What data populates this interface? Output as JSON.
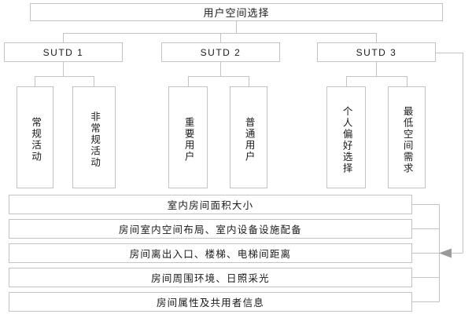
{
  "diagram": {
    "type": "tree",
    "title_node": {
      "label": "用户空间选择"
    },
    "level2": [
      {
        "label": "SUTD 1"
      },
      {
        "label": "SUTD 2"
      },
      {
        "label": "SUTD 3"
      }
    ],
    "level3": [
      {
        "label": "常规活动",
        "parent": "SUTD 1"
      },
      {
        "label": "非常规活动",
        "parent": "SUTD 1"
      },
      {
        "label": "重要用户",
        "parent": "SUTD 2"
      },
      {
        "label": "普通用户",
        "parent": "SUTD 2"
      },
      {
        "label": "个人偏好选择",
        "parent": "SUTD 3"
      },
      {
        "label": "最低空间需求",
        "parent": "SUTD 3"
      }
    ],
    "criteria_bars": [
      {
        "label": "室内房间面积大小"
      },
      {
        "label": "房间室内空间布局、室内设备设施配备"
      },
      {
        "label": "房间离出入口、楼梯、电梯间距离"
      },
      {
        "label": "房间周围环境、日照采光"
      },
      {
        "label": "房间属性及共用者信息"
      }
    ],
    "colors": {
      "line": "#c3c3c3",
      "arrow": "#9a9a9a",
      "box_border": "#c3c3c3",
      "box_fill": "#ffffff",
      "text": "#1a1a1a"
    }
  }
}
